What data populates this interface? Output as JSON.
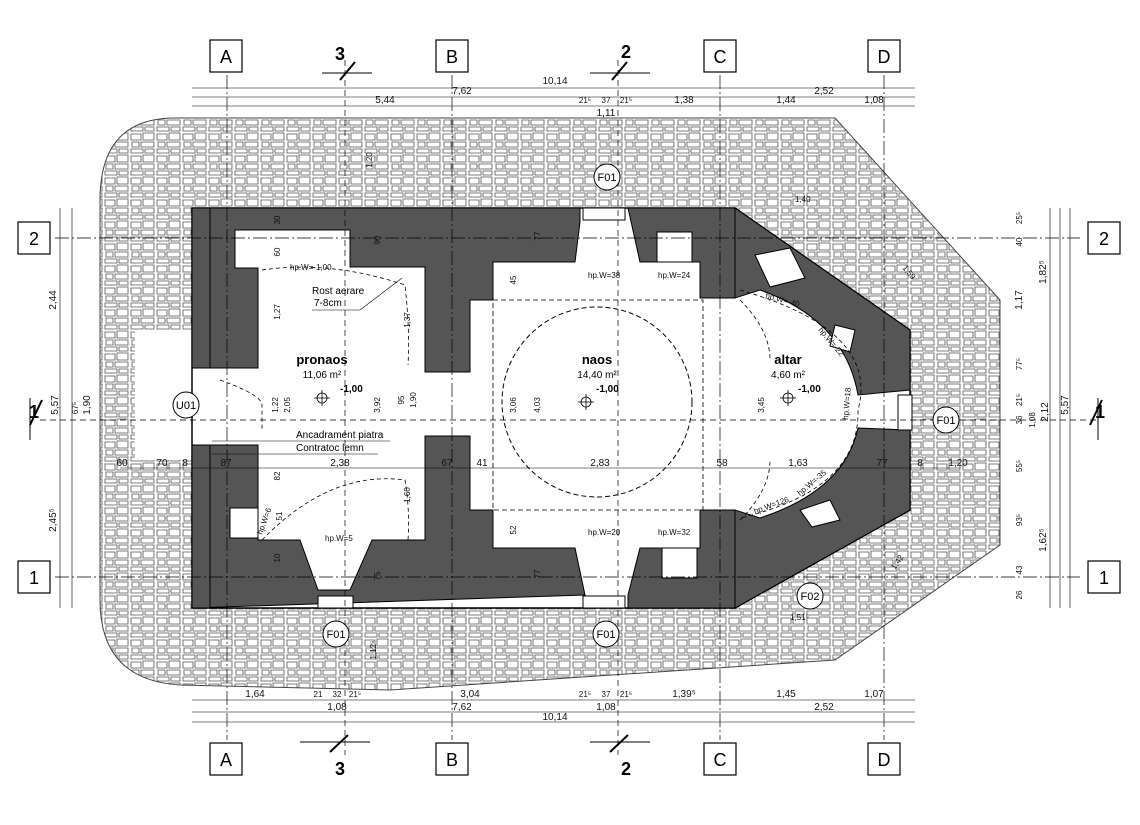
{
  "axes_columns": [
    "A",
    "B",
    "C",
    "D"
  ],
  "axes_rows": [
    "1",
    "2"
  ],
  "sections": [
    "1",
    "2",
    "3"
  ],
  "rooms": {
    "pronaos": {
      "name": "pronaos",
      "area": "11,06 m²",
      "level": "-1,00"
    },
    "naos": {
      "name": "naos",
      "area": "14,40 m²",
      "level": "-1,00"
    },
    "altar": {
      "name": "altar",
      "area": "4,60 m²",
      "level": "-1,00"
    }
  },
  "notes": {
    "rost": "Rost aerare",
    "rost2": "7-8cm",
    "ancadrament": "Ancadrament piatra",
    "contratoc": "Contratoc lemn"
  },
  "tags": {
    "f01": "F01",
    "f02": "F02",
    "u01": "U01"
  },
  "hp": {
    "p1": "hp.W=-1,00",
    "p2": "hp.W=5",
    "p3": "hp.W=6",
    "n1": "hp.W=38",
    "n2": "hp.W=24",
    "n3": "hp.W=20",
    "n4": "hp.W=32",
    "a1": "hp.W=-40",
    "a2": "hp.W=-22",
    "a3": "hp.W=18",
    "a4": "hp.W=-35",
    "a5": "hp.W=126"
  },
  "dims_top": {
    "total": "10,14",
    "d762": "7,62",
    "d252": "2,52",
    "d544": "5,44",
    "d21a": "21⁵",
    "d37": "37",
    "d21b": "21⁵",
    "d138": "1,38",
    "d144": "1,44",
    "d108": "1,08",
    "d111": "1,11"
  },
  "dims_bottom": {
    "d164": "1,64",
    "d21": "21",
    "d32": "32",
    "d21b": "21⁵",
    "d304": "3,04",
    "d21c": "21⁵",
    "d37": "37",
    "d21d": "21⁵",
    "d139": "1,39⁵",
    "d145": "1,45",
    "d107": "1,07",
    "d108a": "1,08",
    "d762": "7,62",
    "d108b": "1,08",
    "d252": "2,52",
    "total": "10,14"
  },
  "dims_left": {
    "d244": "2,44",
    "d557": "5,57",
    "d67": "67⁵",
    "d190": "1,90",
    "d245": "2,45⁵"
  },
  "dims_right": {
    "d25": "25⁵",
    "d40": "40",
    "d182": "1,82⁵",
    "d117": "1,17",
    "d77": "77⁵",
    "d21": "21⁵",
    "d36": "36",
    "d108": "1,08",
    "d212": "2,12",
    "d557": "5,57",
    "d55": "55⁵",
    "d93": "93⁵",
    "d162": "1,62⁵",
    "d43": "43",
    "d26": "26"
  },
  "dims_inner": {
    "d238": "2,38",
    "d283": "2,83",
    "d163": "1,63",
    "d120": "1,20",
    "d60": "60",
    "d70": "70",
    "d8a": "8",
    "d87": "87",
    "d67": "67",
    "d41": "41",
    "d58": "58",
    "d77": "77",
    "d8b": "8",
    "v120": "1,20",
    "v30": "30",
    "v60": "60",
    "v90": "90",
    "v77": "77",
    "v45": "45",
    "v127": "1,27",
    "v137": "1,37",
    "v122": "1,22",
    "v205": "2,05",
    "v392": "3,92",
    "v95": "95",
    "v190": "1,90",
    "v82": "82",
    "v160": "1,60",
    "v51": "51",
    "v10": "10",
    "v75": "75",
    "v112": "1,12⁵",
    "v306": "3,06",
    "v403": "4,03",
    "v52": "52",
    "v77b": "77",
    "v345": "3,45",
    "r140": "1,40",
    "r159": "1,59",
    "r151": "1,51⁵",
    "r142": "1,42"
  }
}
